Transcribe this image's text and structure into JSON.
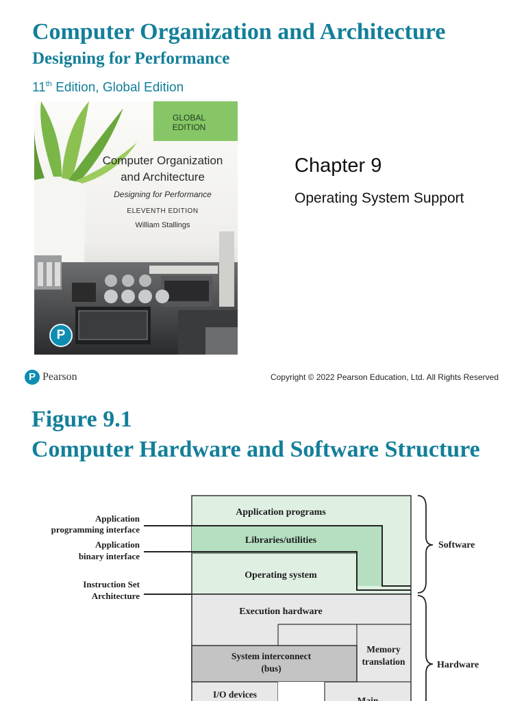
{
  "slide1": {
    "title": "Computer Organization and Architecture",
    "subtitle": "Designing for Performance",
    "edition_number": "11",
    "edition_suffix": "th",
    "edition_rest": " Edition, Global Edition",
    "chapter": "Chapter 9",
    "chapter_subtitle": "Operating System Support"
  },
  "book_cover": {
    "badge_line1": "GLOBAL",
    "badge_line2": "EDITION",
    "title_line1": "Computer Organization",
    "title_line2": "and Architecture",
    "subtitle": "Designing for Performance",
    "edition": "ELEVENTH EDITION",
    "author": "William Stallings",
    "logo_glyph": "P"
  },
  "footer": {
    "logo_glyph": "P",
    "logo_word": "Pearson",
    "copyright": "Copyright © 2022 Pearson Education, Ltd. All Rights Reserved"
  },
  "slide2": {
    "figure_title": "Figure 9.1",
    "figure_caption": "Computer Hardware and Software Structure"
  },
  "diagram": {
    "left_labels": {
      "api_line1": "Application",
      "api_line2": "programming interface",
      "abi_line1": "Application",
      "abi_line2": "binary interface",
      "isa_line1": "Instruction Set",
      "isa_line2": "Architecture"
    },
    "boxes": {
      "application_programs": "Application programs",
      "libraries_utilities": "Libraries/utilities",
      "operating_system": "Operating system",
      "execution_hardware": "Execution hardware",
      "system_interconnect_line1": "System interconnect",
      "system_interconnect_line2": "(bus)",
      "memory_translation_line1": "Memory",
      "memory_translation_line2": "translation",
      "io_devices": "I/O devices",
      "main_memory": "Main"
    },
    "right_labels": {
      "software": "Software",
      "hardware": "Hardware"
    },
    "colors": {
      "software_fill": "#dff0e3",
      "libraries_fill": "#b5dfc0",
      "hardware_fill": "#e8e8e8",
      "bus_fill": "#c4c4c4"
    }
  }
}
